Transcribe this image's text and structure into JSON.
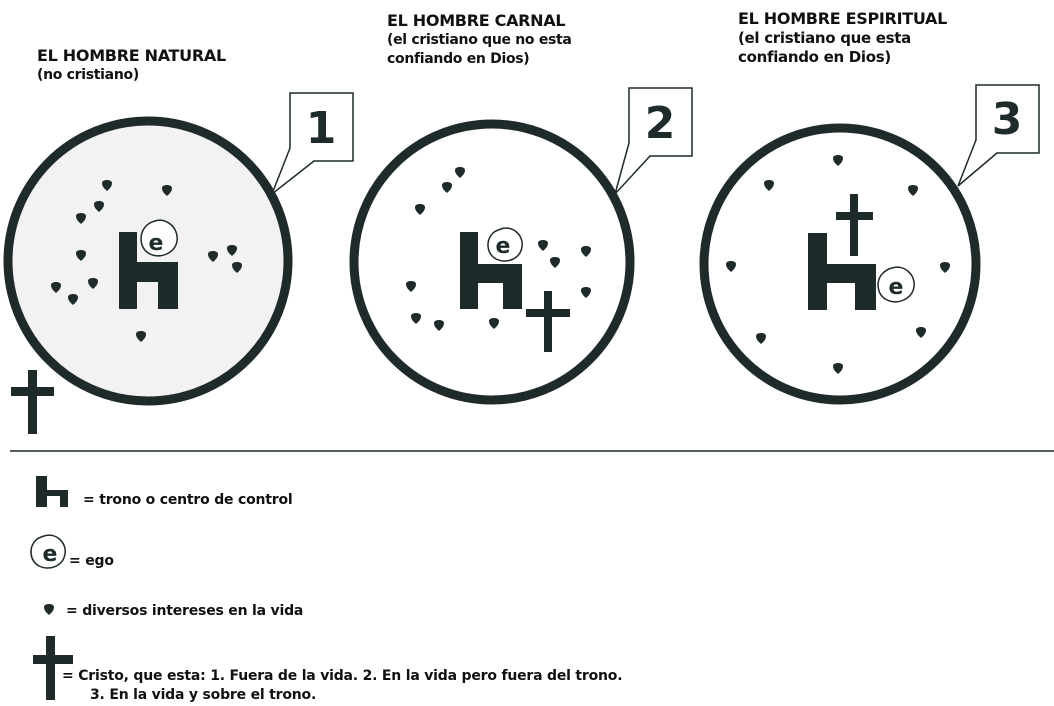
{
  "panels": [
    {
      "number": "1",
      "title": "EL HOMBRE NATURAL",
      "subtitle_line1": "(no cristiano)",
      "subtitle_line2": ""
    },
    {
      "number": "2",
      "title": "EL HOMBRE CARNAL",
      "subtitle_line1": "(el cristiano que no esta",
      "subtitle_line2": "confiando en Dios)"
    },
    {
      "number": "3",
      "title": "EL HOMBRE ESPIRITUAL",
      "subtitle_line1": "(el cristiano que esta",
      "subtitle_line2": "confiando en Dios)"
    }
  ],
  "ego_letter": "e",
  "colors": {
    "ink": "#1f2a2a",
    "circle_fill_natural": "#f2f2f2",
    "circle_fill": "#ffffff"
  },
  "legend": {
    "throne": "= trono o centro de control",
    "ego": "= ego",
    "interests": "= diversos intereses en la vida",
    "christ_line1": "= Cristo, que esta: 1. Fuera de la vida. 2. En la vida pero fuera del trono.",
    "christ_line2": "3. En la vida y sobre el trono."
  }
}
